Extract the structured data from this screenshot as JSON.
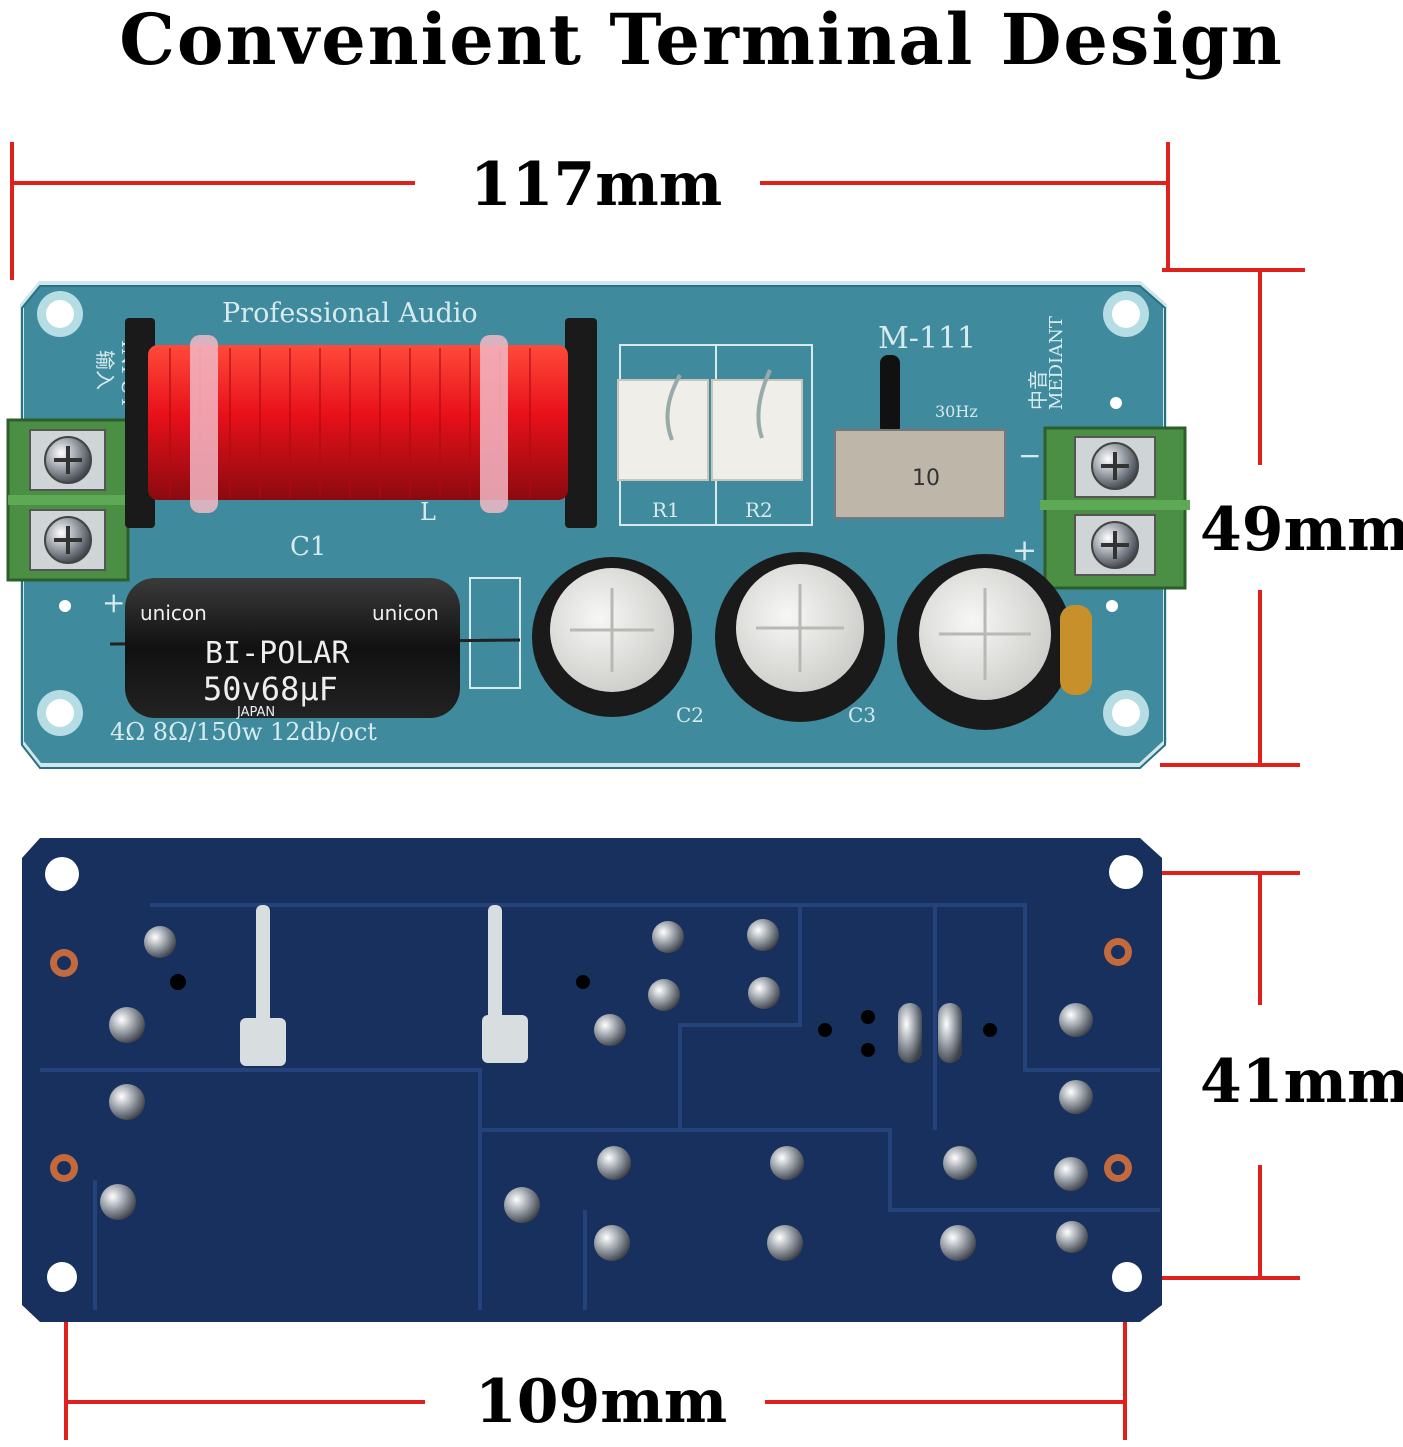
{
  "title": "Convenient Terminal Design",
  "dimensions": {
    "top_width": "117mm",
    "top_height": "49mm",
    "bottom_height": "41mm",
    "bottom_width": "109mm"
  },
  "board_top": {
    "brand": "Professional  Audio",
    "model": "M-111",
    "freq": "30Hz",
    "switch_label": "10",
    "input_label": "INPUT",
    "input_cn": "输入",
    "output_label": "MEDIANT",
    "output_cn": "中音",
    "minus": "−",
    "plus": "+",
    "inductor_label": "L",
    "cap1_label": "C1",
    "r1_label": "R1",
    "r2_label": "R2",
    "c2_label": "C2",
    "c3_label": "C3",
    "spec": "4Ω  8Ω/150w 12db/oct",
    "cap_brand": "unicon",
    "cap_type": "BI-POLAR",
    "cap_value": "50v68μF",
    "cap_origin": "JAPAN"
  },
  "colors": {
    "accent_line": "#e0201b",
    "pcb_top": "#3f8a9d",
    "pcb_bottom": "#17305e",
    "terminal": "#4b8f45",
    "coil": "#e8101a"
  }
}
